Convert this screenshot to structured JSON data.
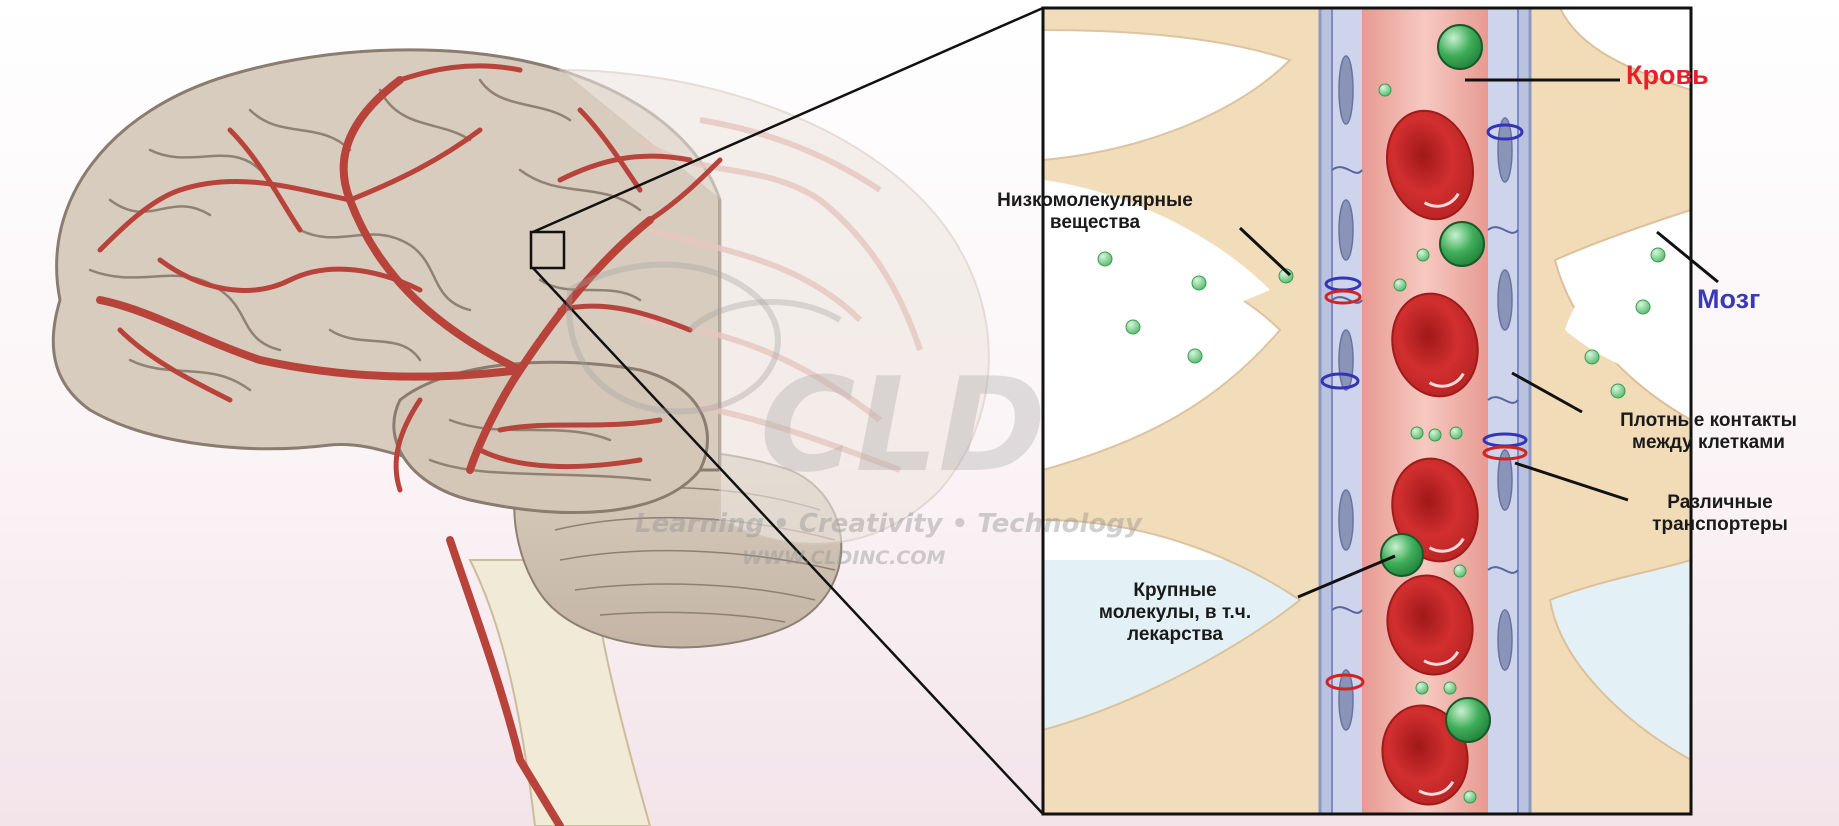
{
  "labels": {
    "blood": "Кровь",
    "brain": "Мозг",
    "small_molecules": [
      "Низкомолекулярные",
      "вещества"
    ],
    "tight_junctions": [
      "Плотные контакты",
      "между клетками"
    ],
    "transporters": [
      "Различные",
      "транспортеры"
    ],
    "large_molecules": [
      "Крупные",
      "молекулы, в т.ч.",
      "лекарства"
    ]
  },
  "watermark": {
    "logo": "CLD",
    "tagline": "Learning • Creativity • Technology",
    "url": "WWW.CLDINC.COM"
  },
  "colors": {
    "blood_label": "#e8202a",
    "brain_label": "#3a3ab8",
    "artery": "#b8433a",
    "brain_tissue": "#d9cdbf",
    "astrocyte": "#f2dcb8",
    "vessel_lumen": "#f1b7ae",
    "endothelium": "#c6cde6",
    "red_blood_cell": "#cc2a2a",
    "molecule_green": "#3fae5a"
  }
}
